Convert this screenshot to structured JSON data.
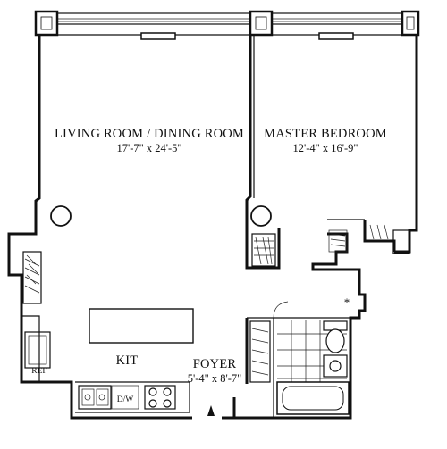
{
  "rooms": {
    "living_dining": {
      "name": "LIVING ROOM / DINING ROOM",
      "size": "17'-7\" x 24'-5\""
    },
    "master_bedroom": {
      "name": "MASTER BEDROOM",
      "size": "12'-4\" x 16'-9\""
    },
    "kitchen": {
      "name": "KIT"
    },
    "foyer": {
      "name": "FOYER",
      "size": "5'-4\" x 8'-7\""
    }
  },
  "fixtures": {
    "refrigerator": "REF",
    "dishwasher": "D/W"
  },
  "symbols": {
    "asterisk": "*",
    "entry_marker": "entry-arrow-icon"
  }
}
